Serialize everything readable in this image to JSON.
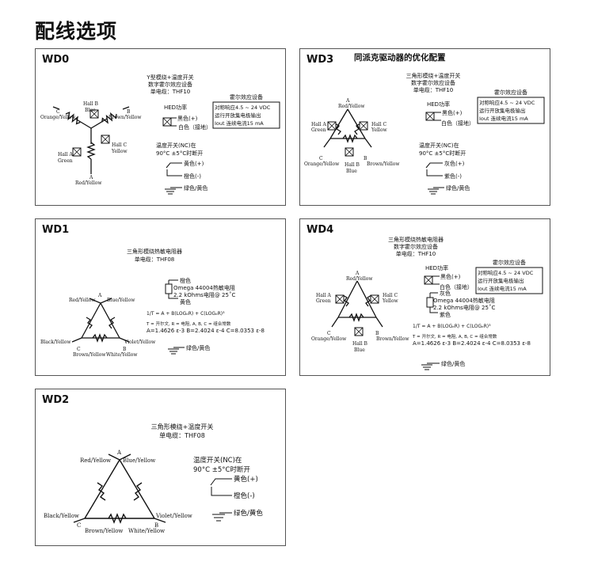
{
  "page_title": "配线选项",
  "wd0": {
    "label": "WD0",
    "header": [
      "Y型模绕+温度开关",
      "数字霍尔效应设备",
      "单电缆：THF10"
    ],
    "hall_b": "Hall B",
    "hall_b_color": "Blue",
    "wire_c": "C",
    "wire_c_color": "Orange/Yellow",
    "wire_b": "B",
    "wire_b_color": "Brown/Yellow",
    "hall_a": "Hall A",
    "hall_a_color": "Green",
    "hall_c": "Hall C",
    "hall_c_color": "Yellow",
    "wire_a": "A",
    "wire_a_color": "Red/Yellow",
    "hed_title": "HED功率",
    "hed_black": "黑色(+)",
    "hed_white": "白色（接地）",
    "hall_box_title": "霍尔效应设备",
    "hall_box_lines": [
      "对称响应4.5 ~ 24 VDC",
      "运行开放集电极输出",
      "Iout 连续电流15 mA"
    ],
    "ts_lines": [
      "温度开关(NC)在",
      "90°C ±5°C时断开"
    ],
    "ts_yellow": "黄色(+)",
    "ts_orange": "橙色(-)",
    "ground": "绿色/黄色"
  },
  "wd1": {
    "label": "WD1",
    "header": [
      "三角形模绕热敏电阻器",
      "单电缆：THF08"
    ],
    "wire_a": "A",
    "red": "Red/Yellow",
    "blue": "Blue/Yellow",
    "black": "Black/Yellow",
    "violet": "Violet/Yellow",
    "wire_b": "B",
    "wire_c": "C",
    "brown": "Brown/Yellow",
    "white": "White/Yellow",
    "th_orange": "橙色",
    "th_desc": [
      "Omega 44004热敏电阻",
      "2.2 kOhms电阻@ 25˚C"
    ],
    "th_yellow": "黄色",
    "formula": "1/T = A + B(LOGₑR) + C(LOGₑR)³",
    "formula_def": "T = 开尔文, R = 电阻, A, B, C = 组合常数",
    "constants": "A=1.4626 ε-3    B=2.4024 ε-4    C=8.0353 ε-8",
    "ground": "绿色/黄色"
  },
  "wd2": {
    "label": "WD2",
    "header": [
      "三角形模绕+温度开关",
      "单电缆：THF08"
    ],
    "wire_a": "A",
    "red": "Red/Yellow",
    "blue": "Blue/Yellow",
    "black": "Black/Yellow",
    "violet": "Violet/Yellow",
    "wire_b": "B",
    "wire_c": "C",
    "brown": "Brown/Yellow",
    "white": "White/Yellow",
    "ts_lines": [
      "温度开关(NC)在",
      "90°C ±5°C时断开"
    ],
    "ts_yellow": "黄色(+)",
    "ts_orange": "橙色(-)",
    "ground": "绿色/黄色"
  },
  "wd3": {
    "label": "WD3",
    "subtitle": "同派克驱动器的优化配置",
    "header": [
      "三角形模绕+温度开关",
      "数字霍尔效应设备",
      "单电缆：THF10"
    ],
    "wire_a": "A",
    "red": "Red/Yellow",
    "hall_a": "Hall A",
    "hall_a_color": "Green",
    "hall_c": "Hall C",
    "hall_c_color": "Yellow",
    "wire_c": "C",
    "wire_b": "B",
    "orange": "Orange/Yellow",
    "brown": "Brown/Yellow",
    "hall_b": "Hall B",
    "hall_b_color": "Blue",
    "hed_title": "HED功率",
    "hed_black": "黑色(+)",
    "hed_white": "白色（接地）",
    "hall_box_title": "霍尔效应设备",
    "hall_box_lines": [
      "对称响应4.5 ~ 24 VDC",
      "运行开放集电极输出",
      "Iout 连续电流15 mA"
    ],
    "ts_lines": [
      "温度开关(NC)在",
      "90°C ±5°C时断开"
    ],
    "ts_gray": "灰色(+)",
    "ts_violet": "紫色(-)",
    "ground": "绿色/黄色"
  },
  "wd4": {
    "label": "WD4",
    "header": [
      "三角形模绕热敏电阻器",
      "数字霍尔效应设备",
      "单电缆：THF10"
    ],
    "wire_a": "A",
    "red": "Red/Yellow",
    "hall_a": "Hall A",
    "hall_a_color": "Green",
    "hall_c": "Hall C",
    "hall_c_color": "Yellow",
    "wire_c": "C",
    "wire_b": "B",
    "orange": "Orange/Yellow",
    "brown": "Brown/Yellow",
    "hall_b": "Hall B",
    "hall_b_color": "Blue",
    "hed_title": "HED功率",
    "hed_black": "黑色(+)",
    "hed_white": "白色（接地）",
    "hall_box_title": "霍尔效应设备",
    "hall_box_lines": [
      "对称响应4.5 ~ 24 VDC",
      "运行开放集电极输出",
      "Iout 连续电流15 mA"
    ],
    "th_gray": "灰色",
    "th_desc": [
      "Omega 44004热敏电阻",
      "2.2 kOhms电阻@ 25˚C"
    ],
    "th_violet": "紫色",
    "formula": "1/T = A + B(LOGₑR) + C(LOGₑR)³",
    "formula_def": "T = 开尔文, R = 电阻, A, B, C = 组合常数",
    "constants": "A=1.4626 ε-3    B=2.4024 ε-4    C=8.0353 ε-8",
    "ground": "绿色/黄色"
  }
}
